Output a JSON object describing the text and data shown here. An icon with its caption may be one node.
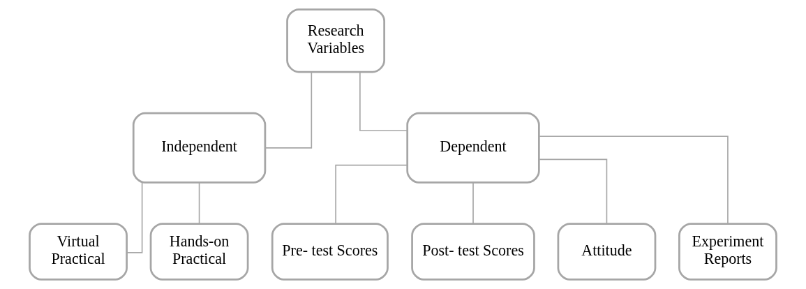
{
  "diagram": {
    "nodes": [
      {
        "text": [
          "Research Variables"
        ]
      },
      {
        "text": [
          "Independent"
        ]
      },
      {
        "text": [
          "Dependent"
        ]
      },
      {
        "text": [
          "Virtual Practical"
        ]
      },
      {
        "text": [
          "Hands-on Practical"
        ]
      },
      {
        "text": [
          "Pre- test Scores"
        ]
      },
      {
        "text": [
          "Post- test Scores"
        ]
      },
      {
        "text": [
          "Attitude"
        ]
      },
      {
        "text": [
          "Experiment Reports"
        ]
      }
    ],
    "edges": [
      {
        "from": 0,
        "to": 1,
        "arrow": "none"
      },
      {
        "from": 0,
        "to": 2,
        "arrow": "none"
      },
      {
        "from": 1,
        "to": 3,
        "arrow": "none"
      },
      {
        "from": 1,
        "to": 4,
        "arrow": "none"
      },
      {
        "from": 2,
        "to": 5,
        "arrow": "none"
      },
      {
        "from": 2,
        "to": 6,
        "arrow": "none"
      },
      {
        "from": 2,
        "to": 7,
        "arrow": "none"
      },
      {
        "from": 2,
        "to": 8,
        "arrow": "none"
      }
    ]
  }
}
